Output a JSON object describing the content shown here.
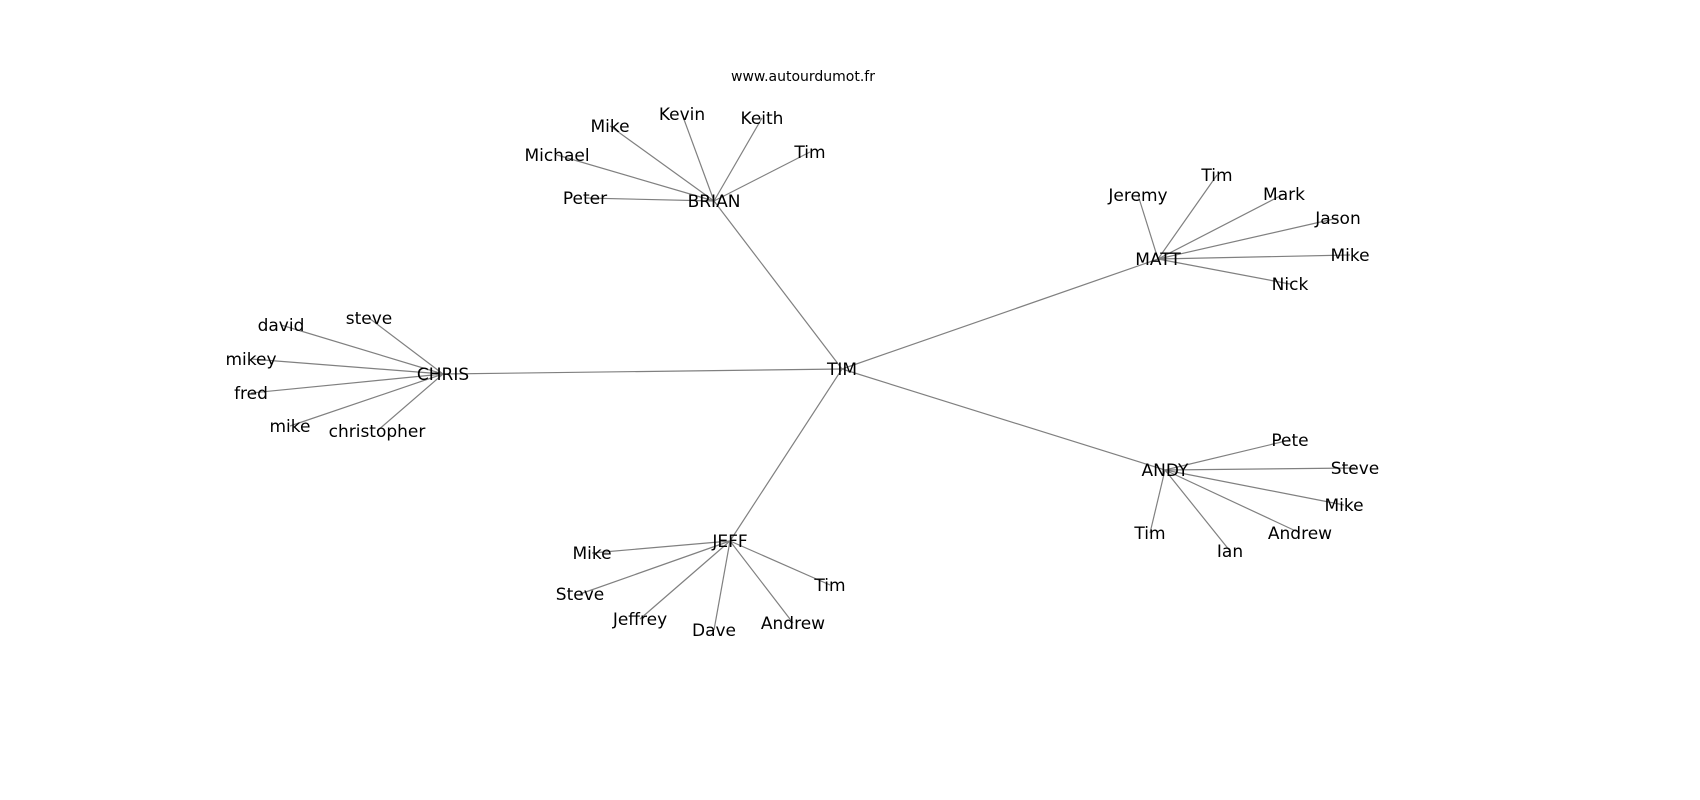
{
  "title": "www.autourdumot.fr",
  "edge_color": "#808080",
  "root": "TIM",
  "hubs": [
    {
      "label": "BRIAN",
      "children": [
        "Mike",
        "Kevin",
        "Keith",
        "Tim",
        "Michael",
        "Peter"
      ]
    },
    {
      "label": "MATT",
      "children": [
        "Jeremy",
        "Tim",
        "Mark",
        "Jason",
        "Mike",
        "Nick"
      ]
    },
    {
      "label": "CHRIS",
      "children": [
        "david",
        "steve",
        "mikey",
        "fred",
        "mike",
        "christopher"
      ]
    },
    {
      "label": "JEFF",
      "children": [
        "Mike",
        "Steve",
        "Jeffrey",
        "Dave",
        "Andrew",
        "Tim"
      ]
    },
    {
      "label": "ANDY",
      "children": [
        "Pete",
        "Steve",
        "Mike",
        "Andrew",
        "Ian",
        "Tim"
      ]
    }
  ]
}
